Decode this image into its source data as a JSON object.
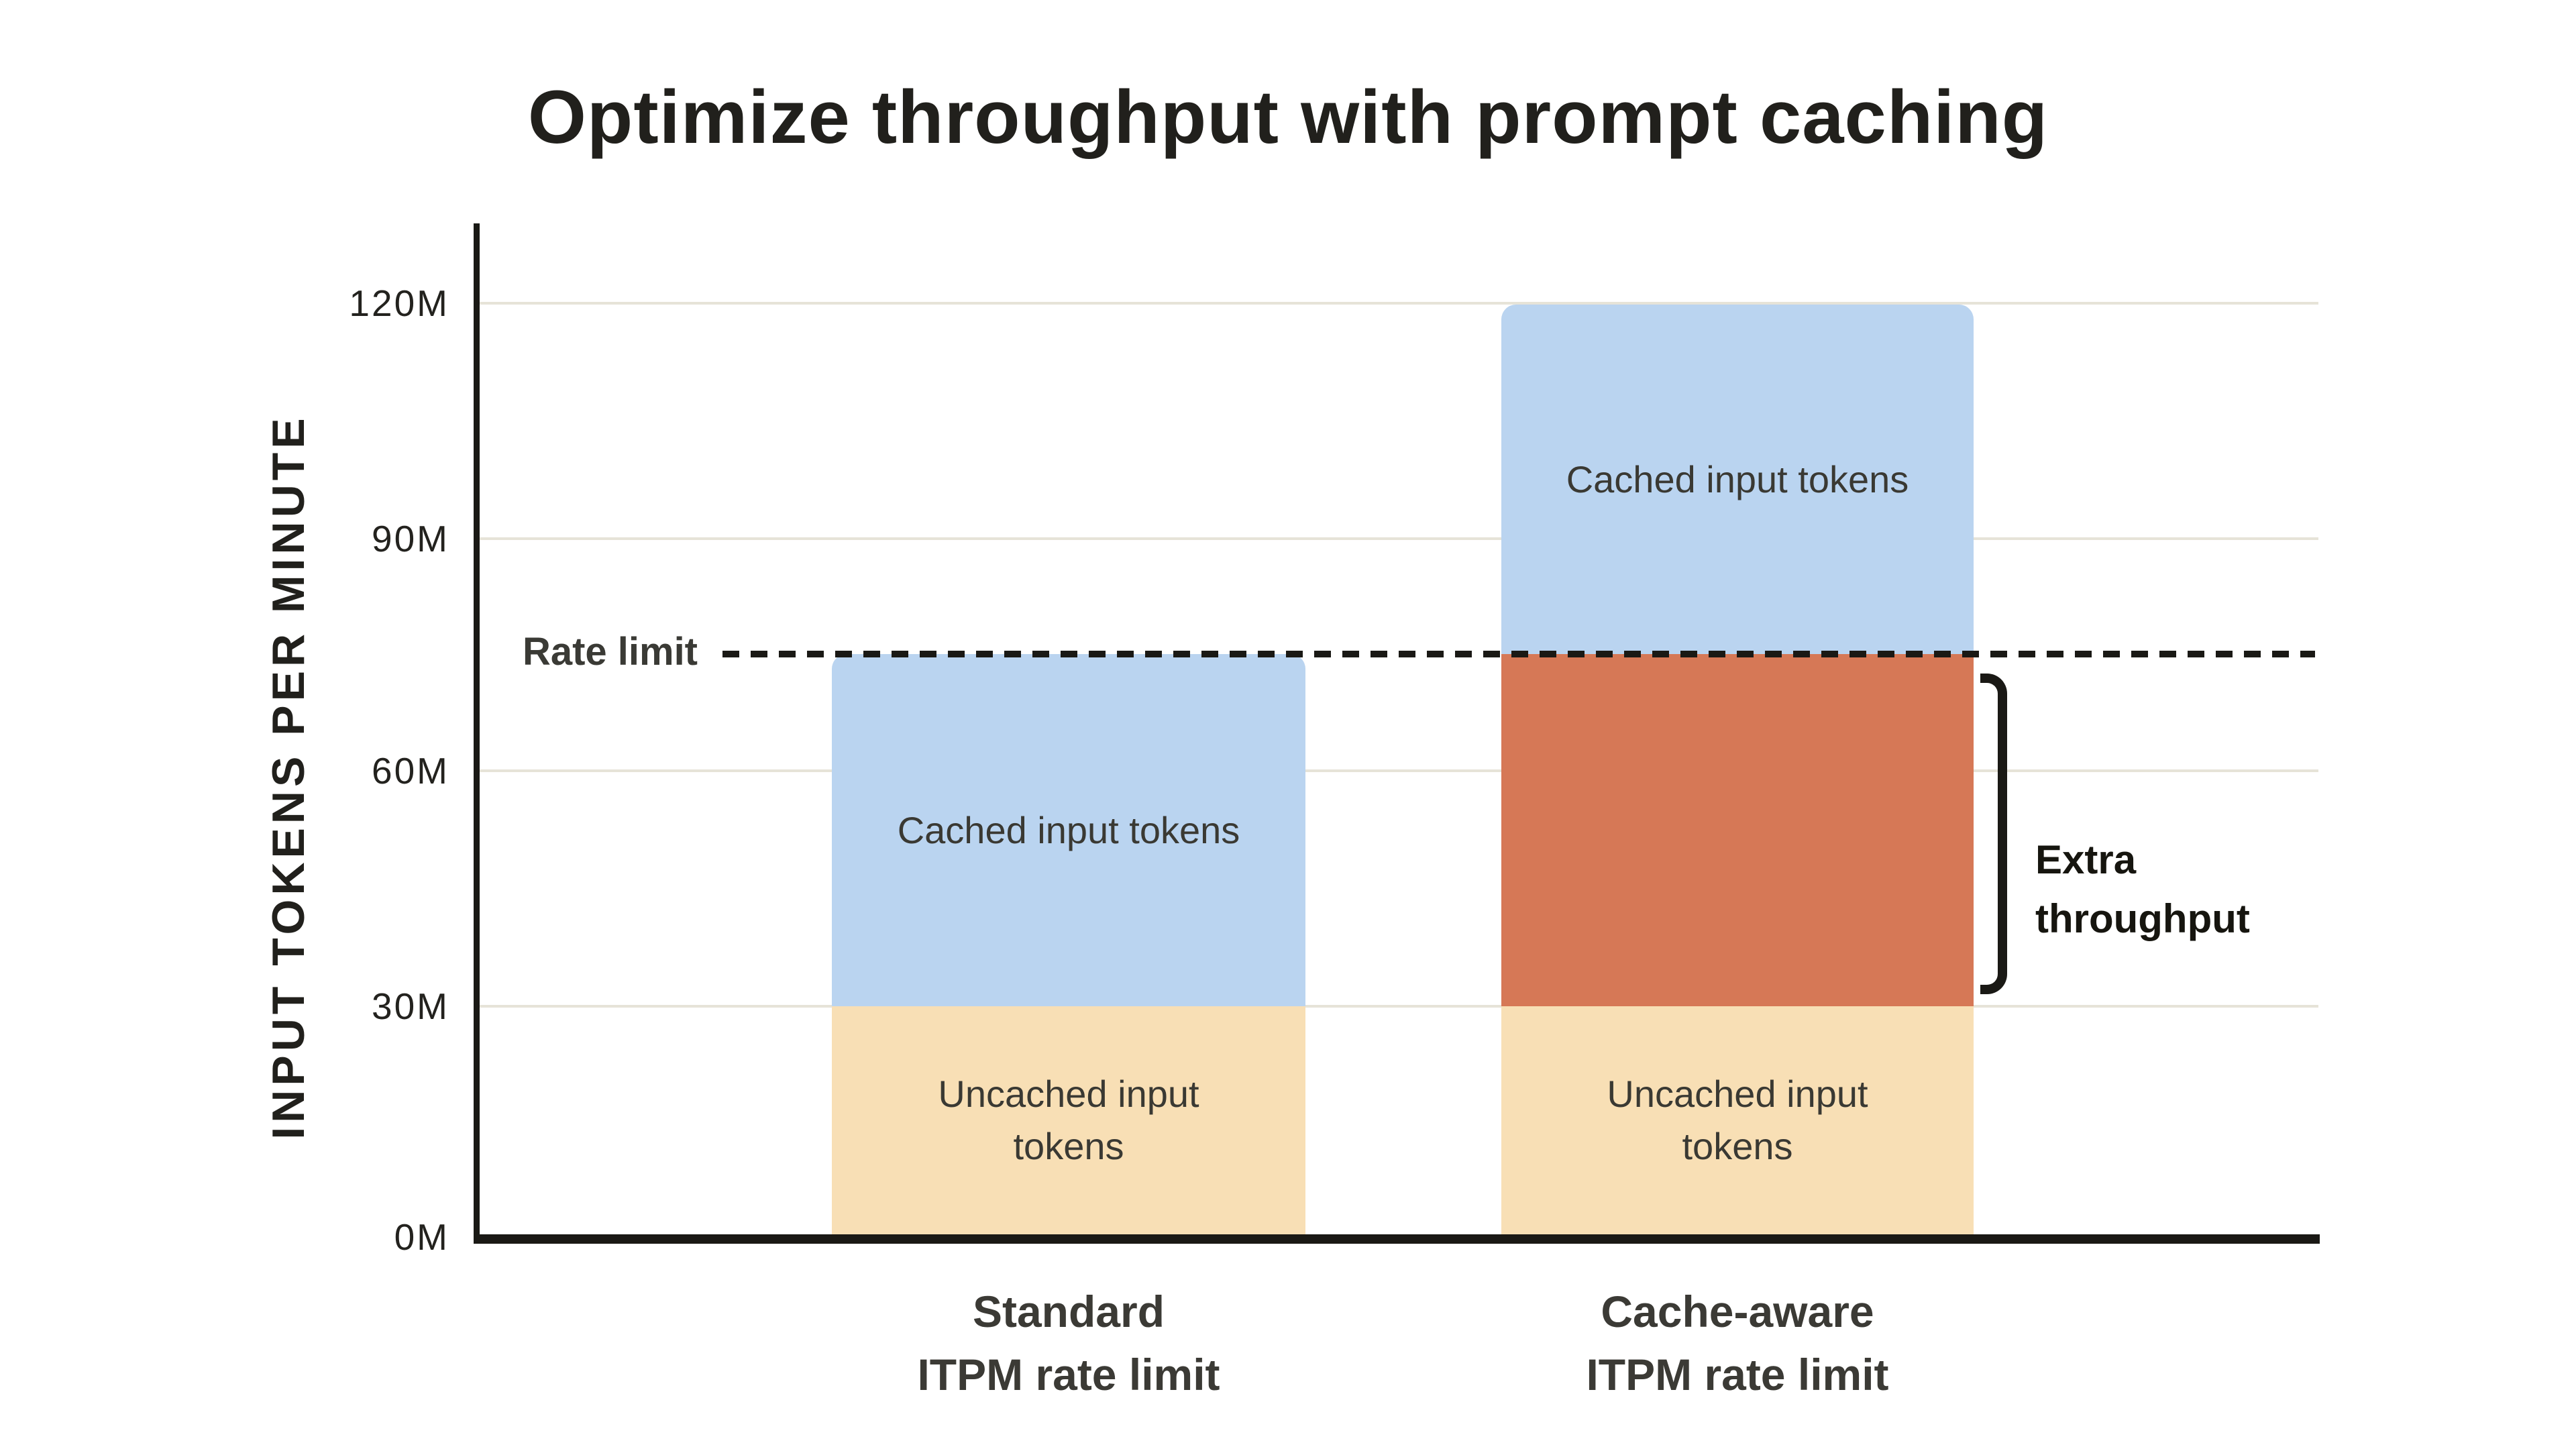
{
  "title": "Optimize throughput with prompt caching",
  "y_axis": {
    "title": "INPUT TOKENS PER MINUTE",
    "ticks": [
      "120M",
      "90M",
      "60M",
      "30M",
      "0M"
    ]
  },
  "rate_limit": {
    "label": "Rate limit",
    "value_m": 74
  },
  "annotation": {
    "label": "Extra\nthroughput"
  },
  "bars": [
    {
      "name": "standard",
      "x_label": "Standard\nITPM rate limit",
      "total_m": 74,
      "segments": [
        {
          "name": "uncached",
          "label": "Uncached input\ntokens",
          "from_m": 0,
          "to_m": 30,
          "color": "#f8dfb5"
        },
        {
          "name": "cached",
          "label": "Cached input tokens",
          "from_m": 30,
          "to_m": 74,
          "color": "#bad4f0"
        }
      ]
    },
    {
      "name": "cache-aware",
      "x_label": "Cache-aware\nITPM rate limit",
      "total_m": 120,
      "segments": [
        {
          "name": "uncached",
          "label": "Uncached input\ntokens",
          "from_m": 0,
          "to_m": 30,
          "color": "#f8dfb5"
        },
        {
          "name": "extra-throughput",
          "label": "",
          "from_m": 30,
          "to_m": 74,
          "color": "#d67856"
        },
        {
          "name": "cached",
          "label": "Cached input tokens",
          "from_m": 74,
          "to_m": 120,
          "color": "#bad4f0"
        }
      ]
    }
  ],
  "colors": {
    "cached_blue": "#bad4f0",
    "uncached_tan": "#f8dfb5",
    "extra_orange": "#d67856",
    "axis_black": "#1a1915",
    "gridline": "#e6e3d8",
    "background": "#ffffff"
  },
  "chart_data": {
    "type": "bar",
    "stacked": true,
    "title": "Optimize throughput with prompt caching",
    "categories": [
      "Standard ITPM rate limit",
      "Cache-aware ITPM rate limit"
    ],
    "series": [
      {
        "name": "Uncached input tokens",
        "values": [
          30,
          30
        ],
        "color": "#f8dfb5"
      },
      {
        "name": "Extra throughput (orange, above standard rate limit)",
        "values": [
          0,
          44
        ],
        "color": "#d67856"
      },
      {
        "name": "Cached input tokens",
        "values": [
          44,
          46
        ],
        "color": "#bad4f0"
      }
    ],
    "totals_m": [
      74,
      120
    ],
    "unit": "millions of input tokens per minute",
    "ylabel": "INPUT TOKENS PER MINUTE",
    "yticks": [
      "0M",
      "30M",
      "60M",
      "90M",
      "120M"
    ],
    "ylim": [
      0,
      130
    ],
    "rate_limit_m": 74,
    "grid": "horizontal-only",
    "legend": "none",
    "annotations": [
      "Rate limit (dashed horizontal line at 74M)",
      "Extra throughput (bracket spanning 30M–74M on cache-aware bar)"
    ]
  }
}
